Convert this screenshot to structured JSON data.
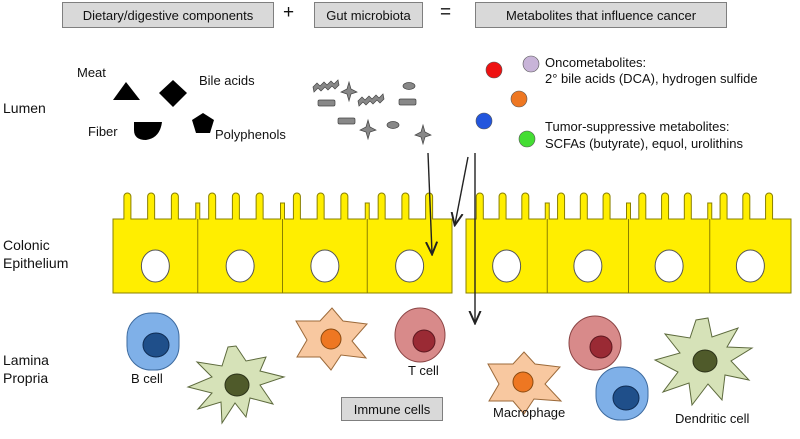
{
  "header": {
    "dietary": "Dietary/digestive components",
    "plus": "+",
    "microbiota": "Gut microbiota",
    "equals": "=",
    "metabolites": "Metabolites that influence cancer"
  },
  "regions": {
    "lumen": "Lumen",
    "epithelium_line1": "Colonic",
    "epithelium_line2": "Epithelium",
    "lamina_line1": "Lamina",
    "lamina_line2": "Propria"
  },
  "dietary_items": {
    "meat": "Meat",
    "bile_acids": "Bile acids",
    "fiber": "Fiber",
    "polyphenols": "Polyphenols"
  },
  "metabolites": {
    "onco_title": "Oncometabolites:",
    "onco_detail": "2° bile acids (DCA), hydrogen sulfide",
    "tumor_title": "Tumor-suppressive metabolites:",
    "tumor_detail": "SCFAs (butyrate), equol, urolithins"
  },
  "colors": {
    "epithelium_fill": "#ffee00",
    "epithelium_stroke": "#8a8000",
    "red_dot": "#ee1111",
    "lavender_dot": "#c8b4d8",
    "orange_dot": "#ee7722",
    "blue_dot": "#2255dd",
    "green_dot": "#44dd33",
    "b_cell": "#7fb0e8",
    "t_cell": "#d88a8a",
    "macrophage": "#f8c8a0",
    "dendritic": "#d6e2b8"
  },
  "immune": {
    "b_cell": "B cell",
    "t_cell": "T cell",
    "macrophage": "Macrophage",
    "dendritic_cell": "Dendritic cell",
    "immune_cells": "Immune cells"
  }
}
